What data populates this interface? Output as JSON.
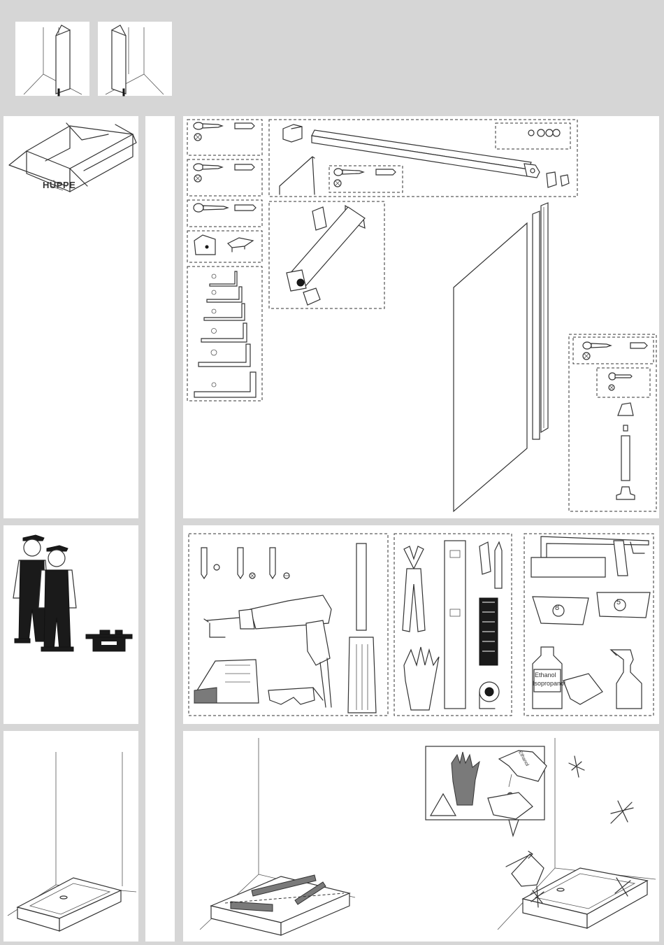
{
  "box_brand": "HÜPPE",
  "tools": {
    "bottle_label_line1": "Ethanol",
    "bottle_label_line2": "Isopropanol",
    "spacer_small": "8",
    "spacer_large": "5"
  },
  "cleaning_bottle_label": "Ethanol"
}
